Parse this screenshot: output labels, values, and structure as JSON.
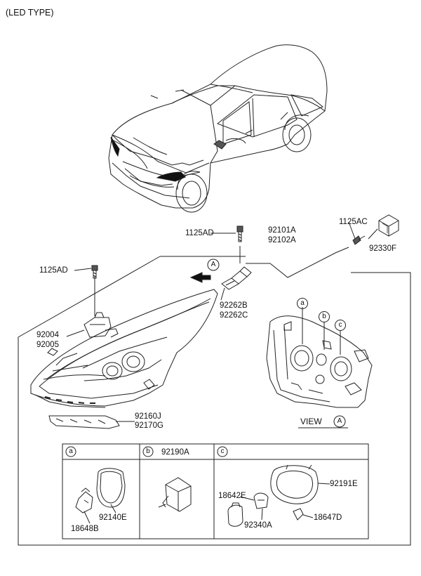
{
  "header": {
    "title": "(LED TYPE)"
  },
  "parts": {
    "bolt_top": "1125AD",
    "bolt_left": "1125AD",
    "assembly_1": "92101A",
    "assembly_2": "92102A",
    "bolt_right": "1125AC",
    "module": "92330F",
    "bracket_1": "92004",
    "bracket_2": "92005",
    "socket_1": "92262B",
    "socket_2": "92262C",
    "lower_1": "92160J",
    "lower_2": "92170G"
  },
  "markers": {
    "view": "A",
    "a": "a",
    "b": "b",
    "c": "c"
  },
  "view_label": "VIEW",
  "detail": {
    "a": {
      "marker": "a",
      "bulb": "18648B",
      "cap": "92140E"
    },
    "b": {
      "marker": "b",
      "part": "92190A"
    },
    "c": {
      "marker": "c",
      "cap": "92191E",
      "bulb": "18642E",
      "socket": "92340A",
      "clip": "18647D"
    }
  }
}
